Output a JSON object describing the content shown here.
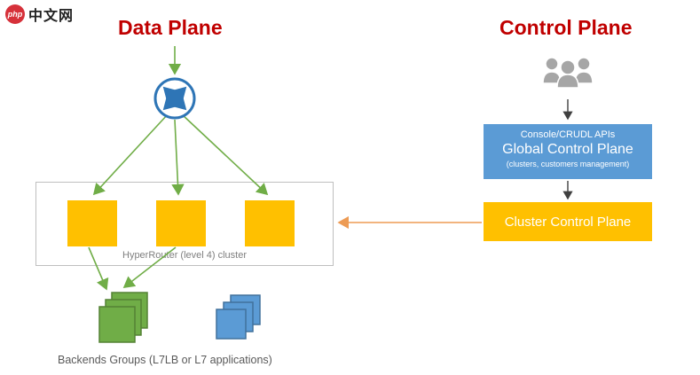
{
  "logo": {
    "badge": "php",
    "text": "中文网"
  },
  "titles": {
    "data_plane": "Data Plane",
    "control_plane": "Control Plane"
  },
  "hyperrouter_cluster": {
    "caption": "HyperRouter (level 4) cluster"
  },
  "backends": {
    "caption": "Backends Groups (L7LB or L7 applications)"
  },
  "global_control_plane": {
    "line1": "Console/CRUDL APIs",
    "line2": "Global Control Plane",
    "line3": "(clusters, customers management)"
  },
  "cluster_control_plane": {
    "label": "Cluster Control Plane"
  },
  "colors": {
    "title_red": "#C00000",
    "plane_blue": "#5B9BD5",
    "node_orange": "#FFC000",
    "arrow_green": "#70AD47",
    "arrow_orange": "#ED9B54",
    "arrow_black": "#404040",
    "stack_green": "#70AD47",
    "stack_blue": "#5B9BD5",
    "people_gray": "#A6A6A6"
  }
}
